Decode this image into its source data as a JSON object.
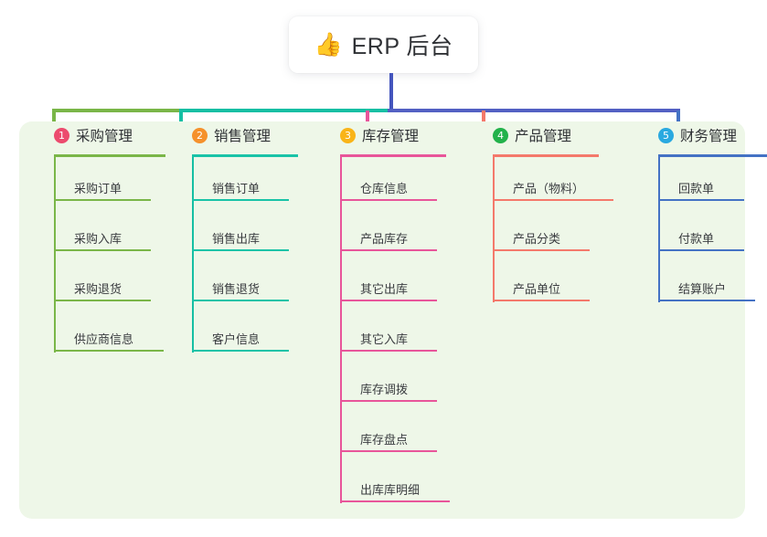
{
  "root": {
    "icon": "thumbs-up-icon",
    "icon_glyph": "👍",
    "title": "ERP 后台"
  },
  "diagram": {
    "type": "mind-map",
    "orientation": "top-down",
    "panel_background": "#eef7e8",
    "connector_colors": {
      "stem": "#4455bd",
      "bus_left": "#7ab648",
      "bus_mid": "#16bfa3",
      "bus_right": "#5360c3"
    }
  },
  "columns": [
    {
      "number": "1",
      "title": "采购管理",
      "badge_color": "#ec4b6e",
      "accent_color": "#7ab648",
      "connector_color": "#7ab648",
      "items": [
        {
          "label": "采购订单",
          "width": 92
        },
        {
          "label": "采购入库",
          "width": 92
        },
        {
          "label": "采购退货",
          "width": 92
        },
        {
          "label": "供应商信息",
          "width": 106
        }
      ]
    },
    {
      "number": "2",
      "title": "销售管理",
      "badge_color": "#f5912b",
      "accent_color": "#19c3a7",
      "connector_color": "#16bfa3",
      "items": [
        {
          "label": "销售订单",
          "width": 92
        },
        {
          "label": "销售出库",
          "width": 92
        },
        {
          "label": "销售退货",
          "width": 92
        },
        {
          "label": "客户信息",
          "width": 92
        }
      ]
    },
    {
      "number": "3",
      "title": "库存管理",
      "badge_color": "#f9b418",
      "accent_color": "#e8559a",
      "connector_color": "#e8559a",
      "items": [
        {
          "label": "仓库信息",
          "width": 92
        },
        {
          "label": "产品库存",
          "width": 92
        },
        {
          "label": "其它出库",
          "width": 92
        },
        {
          "label": "其它入库",
          "width": 92
        },
        {
          "label": "库存调拨",
          "width": 92
        },
        {
          "label": "库存盘点",
          "width": 92
        },
        {
          "label": "出库库明细",
          "width": 106
        }
      ]
    },
    {
      "number": "4",
      "title": "产品管理",
      "badge_color": "#23b24b",
      "accent_color": "#f4796b",
      "connector_color": "#f4796b",
      "items": [
        {
          "label": "产品（物料）",
          "width": 118
        },
        {
          "label": "产品分类",
          "width": 92
        },
        {
          "label": "产品单位",
          "width": 92
        }
      ]
    },
    {
      "number": "5",
      "title": "财务管理",
      "badge_color": "#2aa9e0",
      "accent_color": "#4472c4",
      "connector_color": "#4472c4",
      "items": [
        {
          "label": "回款单",
          "width": 80
        },
        {
          "label": "付款单",
          "width": 80
        },
        {
          "label": "结算账户",
          "width": 92
        }
      ]
    }
  ]
}
